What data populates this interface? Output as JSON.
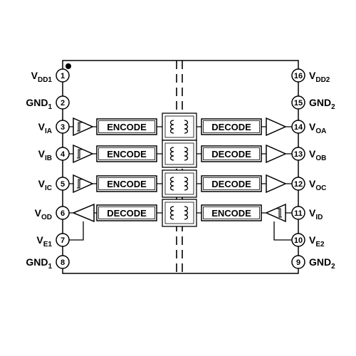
{
  "pins": [
    {
      "number": "1",
      "label": "V",
      "sub": "DD1"
    },
    {
      "number": "2",
      "label": "GND",
      "sub": "1"
    },
    {
      "number": "3",
      "label": "V",
      "sub": "IA"
    },
    {
      "number": "4",
      "label": "V",
      "sub": "IB"
    },
    {
      "number": "5",
      "label": "V",
      "sub": "IC"
    },
    {
      "number": "6",
      "label": "V",
      "sub": "OD"
    },
    {
      "number": "7",
      "label": "V",
      "sub": "E1"
    },
    {
      "number": "8",
      "label": "GND",
      "sub": "1"
    },
    {
      "number": "9",
      "label": "GND",
      "sub": "2"
    },
    {
      "number": "10",
      "label": "V",
      "sub": "E2"
    },
    {
      "number": "11",
      "label": "V",
      "sub": "ID"
    },
    {
      "number": "12",
      "label": "V",
      "sub": "OC"
    },
    {
      "number": "13",
      "label": "V",
      "sub": "OB"
    },
    {
      "number": "14",
      "label": "V",
      "sub": "OA"
    },
    {
      "number": "15",
      "label": "GND",
      "sub": "2"
    },
    {
      "number": "16",
      "label": "V",
      "sub": "DD2"
    }
  ],
  "channels": [
    {
      "left_block": "ENCODE",
      "right_block": "DECODE",
      "direction": "left-to-right"
    },
    {
      "left_block": "ENCODE",
      "right_block": "DECODE",
      "direction": "left-to-right"
    },
    {
      "left_block": "ENCODE",
      "right_block": "DECODE",
      "direction": "left-to-right"
    },
    {
      "left_block": "DECODE",
      "right_block": "ENCODE",
      "direction": "right-to-left"
    }
  ],
  "colors": {
    "line": "#000000",
    "background": "#ffffff"
  }
}
